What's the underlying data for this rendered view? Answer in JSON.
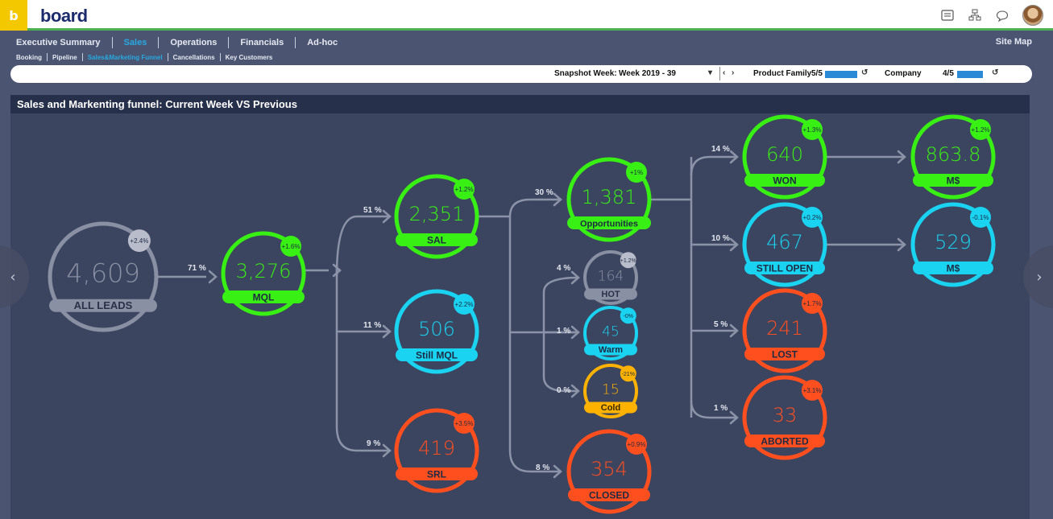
{
  "app": {
    "badge": "b",
    "logo_text": "board"
  },
  "nav": {
    "tabs": [
      {
        "label": "Executive Summary",
        "active": false
      },
      {
        "label": "Sales",
        "active": true
      },
      {
        "label": "Operations",
        "active": false
      },
      {
        "label": "Financials",
        "active": false
      },
      {
        "label": "Ad-hoc",
        "active": false
      }
    ],
    "sub_tabs": [
      {
        "label": "Booking",
        "active": false
      },
      {
        "label": "Pipeline",
        "active": false
      },
      {
        "label": "Sales&Marketing Funnel",
        "active": true
      },
      {
        "label": "Cancellations",
        "active": false
      },
      {
        "label": "Key Customers",
        "active": false
      }
    ],
    "site_map": "Site Map"
  },
  "filters": {
    "snapshot_label": "Snapshot Week:",
    "snapshot_value": "Week 2019 - 39",
    "product_family_label": "Product Family",
    "product_family_value": "5/5",
    "product_family_fill": 1.0,
    "company_label": "Company",
    "company_value": "4/5",
    "company_fill": 0.8
  },
  "panel": {
    "title": "Sales and Markenting funnel: Current Week VS Previous"
  },
  "colors": {
    "green": "#39f014",
    "cyan": "#19d3f0",
    "red": "#ff4f1f",
    "gray": "#8a90a3",
    "orange": "#ffb300",
    "link": "#8c93a8"
  },
  "funnel": {
    "nodes": [
      {
        "id": "all-leads",
        "value": "4,609",
        "label": "ALL LEADS",
        "delta": "+2.4%",
        "color": "gray"
      },
      {
        "id": "mql",
        "value": "3,276",
        "label": "MQL",
        "delta": "+1.6%",
        "color": "green"
      },
      {
        "id": "sal",
        "value": "2,351",
        "label": "SAL",
        "delta": "+1.2%",
        "color": "green"
      },
      {
        "id": "still-mql",
        "value": "506",
        "label": "Still MQL",
        "delta": "+2.2%",
        "color": "cyan"
      },
      {
        "id": "srl",
        "value": "419",
        "label": "SRL",
        "delta": "+3.5%",
        "color": "red"
      },
      {
        "id": "opportunities",
        "value": "1,381",
        "label": "Opportunities",
        "delta": "+1%",
        "color": "green"
      },
      {
        "id": "hot",
        "value": "164",
        "label": "HOT",
        "delta": "+1.2%",
        "color": "gray"
      },
      {
        "id": "warm",
        "value": "45",
        "label": "Warm",
        "delta": "-0%",
        "color": "cyan"
      },
      {
        "id": "cold",
        "value": "15",
        "label": "Cold",
        "delta": "-21%",
        "color": "orange"
      },
      {
        "id": "closed",
        "value": "354",
        "label": "CLOSED",
        "delta": "+0.9%",
        "color": "red"
      },
      {
        "id": "won",
        "value": "640",
        "label": "WON",
        "delta": "+1.3%",
        "color": "green"
      },
      {
        "id": "won-value",
        "value": "863.8",
        "label": "M$",
        "delta": "+1.2%",
        "color": "green"
      },
      {
        "id": "still-open",
        "value": "467",
        "label": "STILL OPEN",
        "delta": "+0.2%",
        "color": "cyan"
      },
      {
        "id": "still-open-value",
        "value": "529",
        "label": "M$",
        "delta": "-0.1%",
        "color": "cyan"
      },
      {
        "id": "lost",
        "value": "241",
        "label": "LOST",
        "delta": "+1.7%",
        "color": "red"
      },
      {
        "id": "aborted",
        "value": "33",
        "label": "ABORTED",
        "delta": "+3.1%",
        "color": "red"
      }
    ],
    "rates": [
      {
        "id": "mql",
        "label": "71 %"
      },
      {
        "id": "sal",
        "label": "51 %"
      },
      {
        "id": "still-mql",
        "label": "11 %"
      },
      {
        "id": "srl",
        "label": "9 %"
      },
      {
        "id": "opportunities",
        "label": "30 %"
      },
      {
        "id": "hot",
        "label": "4 %"
      },
      {
        "id": "warm",
        "label": "1 %"
      },
      {
        "id": "cold",
        "label": "0 %"
      },
      {
        "id": "closed",
        "label": "8 %"
      },
      {
        "id": "won",
        "label": "14 %"
      },
      {
        "id": "still-open",
        "label": "10 %"
      },
      {
        "id": "lost",
        "label": "5 %"
      },
      {
        "id": "aborted",
        "label": "1 %"
      }
    ]
  }
}
